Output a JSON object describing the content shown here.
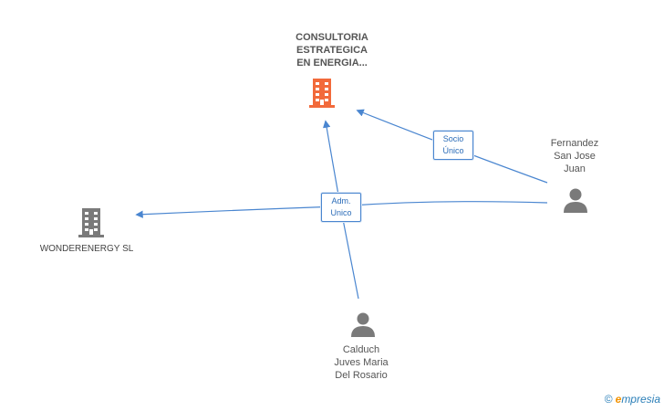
{
  "nodes": {
    "main_company": {
      "line1": "CONSULTORIA",
      "line2": "ESTRATEGICA",
      "line3": "EN ENERGIA...",
      "color": "#f26a3b"
    },
    "wonderenergy": {
      "name": "WONDERENERGY SL",
      "color": "#7a7a7a"
    },
    "fernandez": {
      "line1": "Fernandez",
      "line2": "San Jose",
      "line3": "Juan"
    },
    "calduch": {
      "line1": "Calduch",
      "line2": "Juves Maria",
      "line3": "Del Rosario"
    }
  },
  "edges": {
    "socio": {
      "line1": "Socio",
      "line2": "Único"
    },
    "adm": {
      "line1": "Adm.",
      "line2": "Unico"
    }
  },
  "colors": {
    "edge": "#4a86d0",
    "person_icon": "#7a7a7a"
  },
  "footer": {
    "copyright": "©",
    "brand_e": "e",
    "brand_rest": "mpresia"
  }
}
